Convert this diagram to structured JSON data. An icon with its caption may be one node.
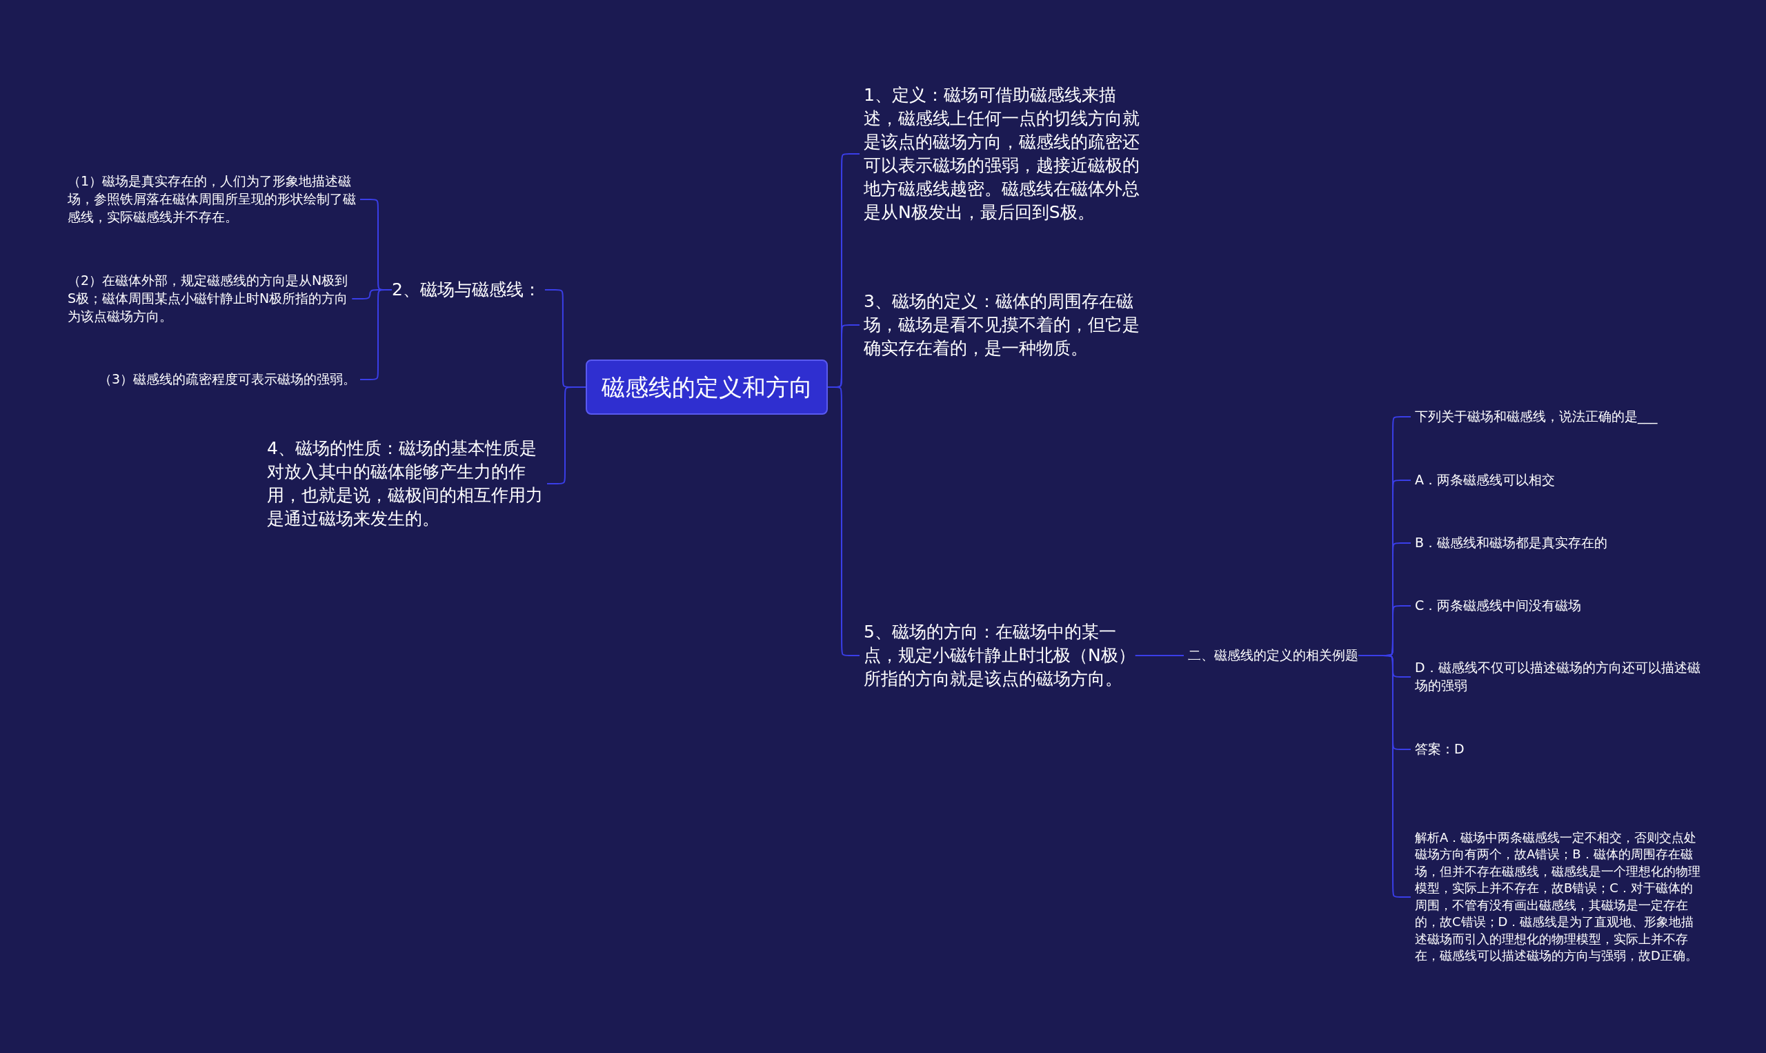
{
  "diagram": {
    "nodes": [
      {
        "text": [
          "磁感线的定义和方向"
        ]
      },
      {
        "text": [
          "2、磁场与磁感线："
        ]
      },
      {
        "text": [
          "（1）磁场是真实存在的，人们为了形象地描述磁场，参照铁屑落在磁体周围所呈现的形状绘制了磁感线，实际磁感线并不存在。"
        ]
      },
      {
        "text": [
          "（2）在磁体外部，规定磁感线的方向是从N极到S极；磁体周围某点小磁针静止时N极所指的方向为该点磁场方向。"
        ]
      },
      {
        "text": [
          "（3）磁感线的疏密程度可表示磁场的强弱。"
        ]
      },
      {
        "text": [
          "4、磁场的性质：磁场的基本性质是对放入其中的磁体能够产生力的作用，也就是说，磁极间的相互作用力是通过磁场来发生的。"
        ]
      },
      {
        "text": [
          "1、定义：磁场可借助磁感线来描述，磁感线上任何一点的切线方向就是该点的磁场方向，磁感线的疏密还可以表示磁场的强弱，越接近磁极的地方磁感线越密。磁感线在磁体外总是从N极发出，最后回到S极。"
        ]
      },
      {
        "text": [
          "3、磁场的定义：磁体的周围存在磁场，磁场是看不见摸不着的，但它是确实存在着的，是一种物质。"
        ]
      },
      {
        "text": [
          "5、磁场的方向：在磁场中的某一点，规定小磁针静止时北极（N极）所指的方向就是该点的磁场方向。"
        ]
      },
      {
        "text": [
          "二、磁感线的定义的相关例题"
        ]
      },
      {
        "text": [
          "下列关于磁场和磁感线，说法正确的是___"
        ]
      },
      {
        "text": [
          "A．两条磁感线可以相交"
        ]
      },
      {
        "text": [
          "B．磁感线和磁场都是真实存在的"
        ]
      },
      {
        "text": [
          "C．两条磁感线中间没有磁场"
        ]
      },
      {
        "text": [
          "D．磁感线不仅可以描述磁场的方向还可以描述磁场的强弱"
        ]
      },
      {
        "text": [
          "答案：D"
        ]
      },
      {
        "text": [
          "解析A．磁场中两条磁感线一定不相交，否则交点处磁场方向有两个，故A错误；B．磁体的周围存在磁场，但并不存在磁感线，磁感线是一个理想化的物理模型，实际上并不存在，故B错误；C．对于磁体的周围，不管有没有画出磁感线，其磁场是一定存在的，故C错误；D．磁感线是为了直观地、形象地描述磁场而引入的理想化的物理模型，实际上并不存在，磁感线可以描述磁场的方向与强弱，故D正确。"
        ]
      }
    ],
    "edges": [
      {
        "from": 0,
        "to": 1,
        "arrow": "none"
      },
      {
        "from": 1,
        "to": 2,
        "arrow": "none"
      },
      {
        "from": 1,
        "to": 3,
        "arrow": "none"
      },
      {
        "from": 1,
        "to": 4,
        "arrow": "none"
      },
      {
        "from": 0,
        "to": 5,
        "arrow": "none"
      },
      {
        "from": 0,
        "to": 6,
        "arrow": "none"
      },
      {
        "from": 0,
        "to": 7,
        "arrow": "none"
      },
      {
        "from": 0,
        "to": 8,
        "arrow": "none"
      },
      {
        "from": 8,
        "to": 9,
        "arrow": "none"
      },
      {
        "from": 9,
        "to": 10,
        "arrow": "none"
      },
      {
        "from": 9,
        "to": 11,
        "arrow": "none"
      },
      {
        "from": 9,
        "to": 12,
        "arrow": "none"
      },
      {
        "from": 9,
        "to": 13,
        "arrow": "none"
      },
      {
        "from": 9,
        "to": 14,
        "arrow": "none"
      },
      {
        "from": 9,
        "to": 15,
        "arrow": "none"
      },
      {
        "from": 9,
        "to": 16,
        "arrow": "none"
      }
    ]
  }
}
